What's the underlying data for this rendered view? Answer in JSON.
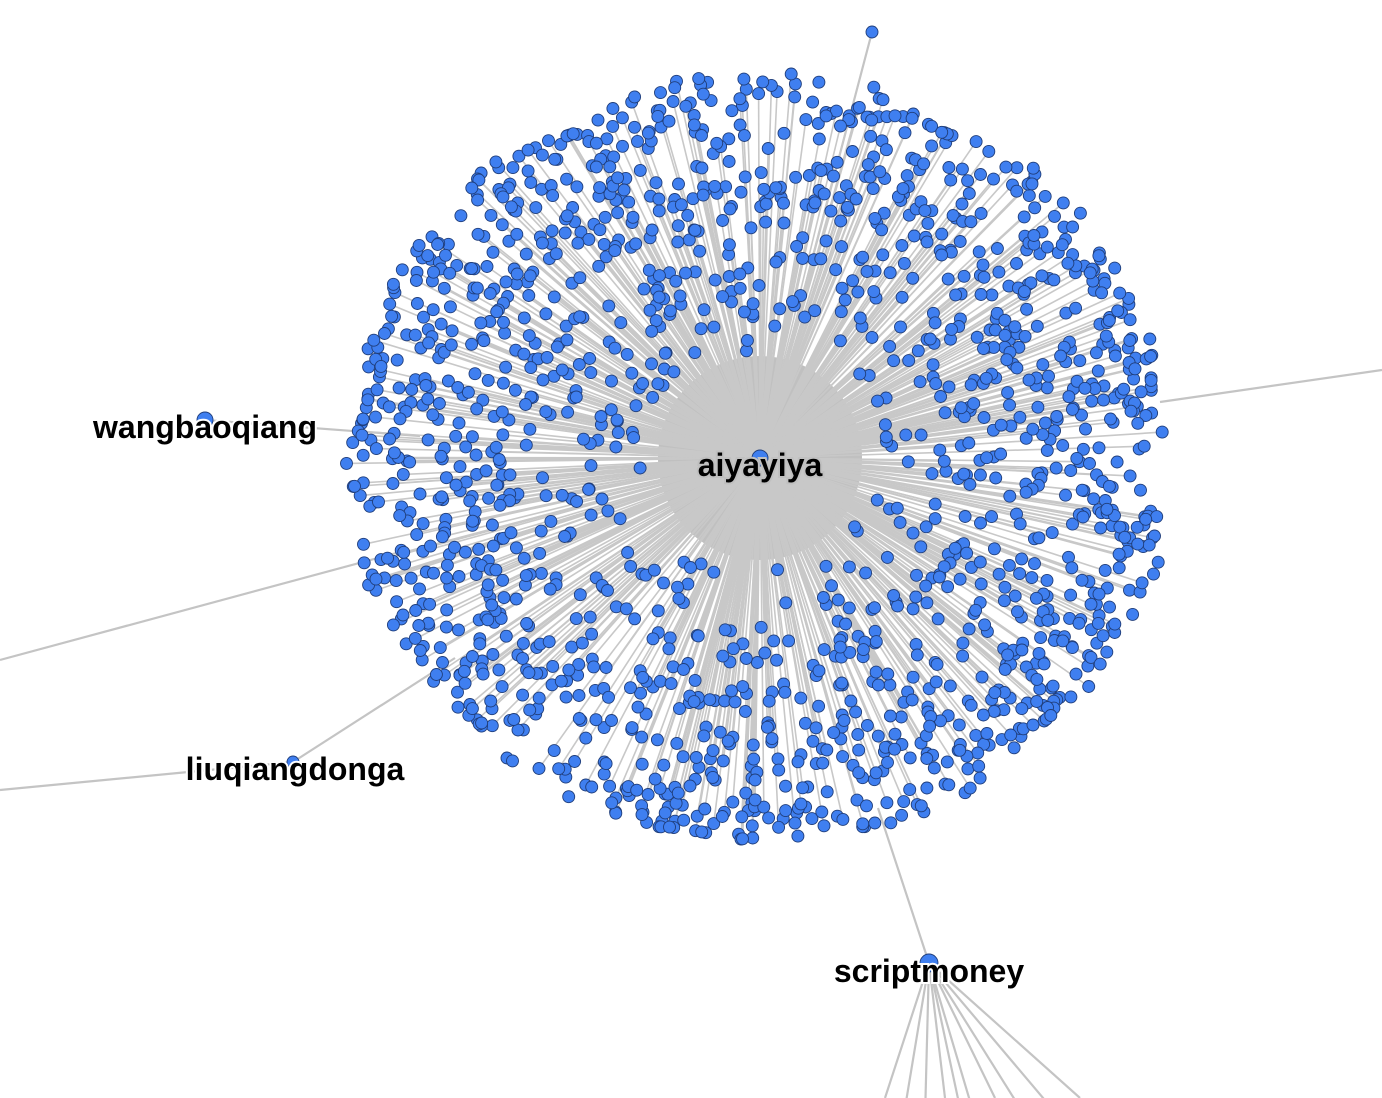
{
  "graph": {
    "colors": {
      "node_fill": "#3f7ff0",
      "node_stroke": "#1f3d7a",
      "edge": "#c4c4c4",
      "hub_fill": "#c0c0c0",
      "background": "#ffffff",
      "label": "#000000"
    },
    "labels": {
      "hub": "aiyayiya",
      "west": "wangbaoqiang",
      "southwest": "liuqiangdonga",
      "south": "scriptmoney"
    }
  }
}
